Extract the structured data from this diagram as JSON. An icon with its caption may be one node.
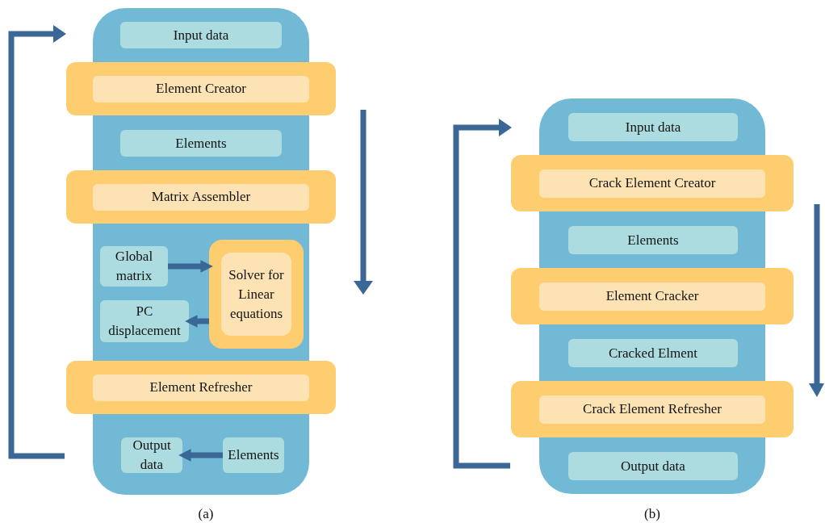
{
  "diagram": {
    "nodes": [
      {
        "text": [],
        "shape": "box"
      },
      {
        "text": [
          "Input data"
        ],
        "in": 0
      },
      {
        "text": [
          "Element Creator"
        ]
      },
      {
        "text": [
          "Elements"
        ],
        "in": 0
      },
      {
        "text": [
          "Matrix Assembler"
        ]
      },
      {
        "text": [
          "Global matrix"
        ],
        "in": 0
      },
      {
        "text": [
          "Solver for Linear equations"
        ],
        "in": 0
      },
      {
        "text": [
          "PC displacement"
        ],
        "in": 0
      },
      {
        "text": [
          "Element Refresher"
        ]
      },
      {
        "text": [
          "Output data"
        ],
        "in": 0
      },
      {
        "text": [
          "Elements"
        ],
        "in": 0
      },
      {
        "text": [],
        "shape": "box"
      },
      {
        "text": [
          "Input data"
        ],
        "in": 11
      },
      {
        "text": [
          "Crack Element Creator"
        ]
      },
      {
        "text": [
          "Elements"
        ],
        "in": 11
      },
      {
        "text": [
          "Element Cracker"
        ]
      },
      {
        "text": [
          "Cracked Elment"
        ],
        "in": 11
      },
      {
        "text": [
          "Crack Element Refresher"
        ]
      },
      {
        "text": [
          "Output data"
        ],
        "in": 11
      }
    ],
    "edges": [
      {
        "from": 5,
        "to": 6,
        "arrow": "to"
      },
      {
        "from": 6,
        "to": 7,
        "arrow": "to"
      },
      {
        "from": 10,
        "to": 9,
        "arrow": "to"
      }
    ],
    "labels": [
      "(a)",
      "(b)"
    ]
  }
}
